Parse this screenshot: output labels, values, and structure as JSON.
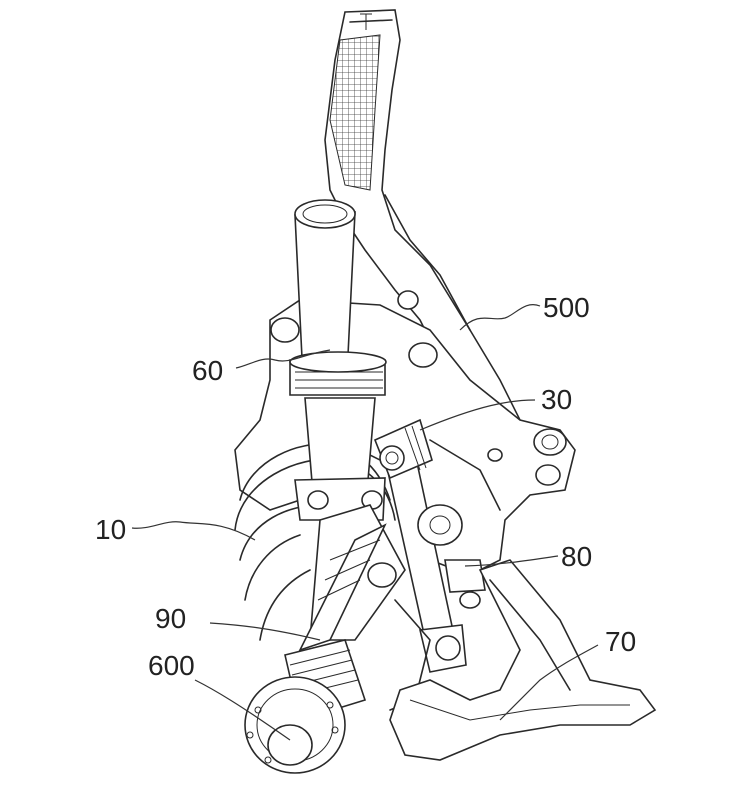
{
  "labels": {
    "l500": "500",
    "l60": "60",
    "l30": "30",
    "l10": "10",
    "l80": "80",
    "l90": "90",
    "l70": "70",
    "l600": "600"
  }
}
